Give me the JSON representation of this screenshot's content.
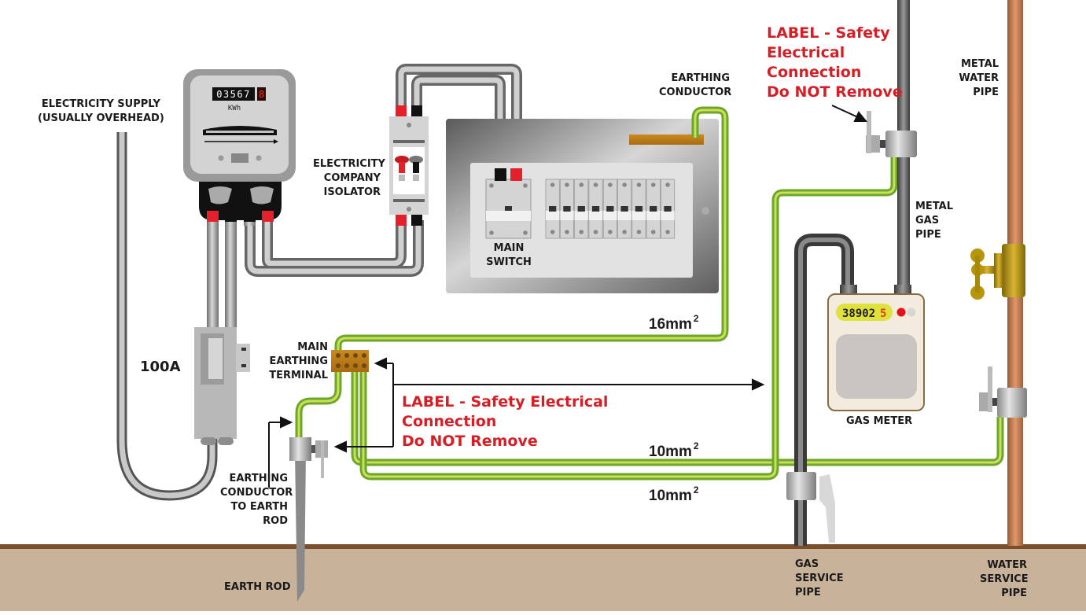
{
  "title": "Domestic earthing and main protective bonding diagram",
  "labels": {
    "electricity_supply": "ELECTRICITY SUPPLY\n(USUALLY OVERHEAD)",
    "fuse_rating": "100A",
    "isolator": "ELECTRICITY\nCOMPANY\nISOLATOR",
    "earthing_conductor": "EARTHING\nCONDUCTOR",
    "main_switch": "MAIN\nSWITCH",
    "main_earthing_terminal": "MAIN\nEARTHING\nTERMINAL",
    "earthing_conductor_to_rod": "EARTHING\nCONDUCTOR\nTO EARTH\nROD",
    "earth_rod": "EARTH ROD",
    "metal_gas_pipe": "METAL\nGAS\nPIPE",
    "metal_water_pipe": "METAL\nWATER\nPIPE",
    "gas_meter": "GAS METER",
    "gas_service_pipe": "GAS\nSERVICE\nPIPE",
    "water_service_pipe": "WATER\nSERVICE\nPIPE"
  },
  "warning_labels": {
    "top": "LABEL - Safety\nElectrical\nConnection\nDo NOT Remove",
    "middle": "LABEL - Safety Electrical\nConnection\nDo NOT Remove"
  },
  "conductor_sizes": {
    "earthing_conductor": {
      "value": "16mm",
      "sup": "2"
    },
    "bond_water": {
      "value": "10mm",
      "sup": "2"
    },
    "bond_gas": {
      "value": "10mm",
      "sup": "2"
    }
  },
  "electricity_meter": {
    "reading": "03567",
    "reading_last_digit": "8",
    "unit": "KWh"
  },
  "gas_meter": {
    "reading": "38902",
    "reading_last_digit": "5"
  },
  "consumer_unit": {
    "mcb_count": 9
  },
  "colors": {
    "warning_text": "#d41f26",
    "earth_green": "#8cc63f",
    "earth_yellow": "#e6e600",
    "ground": "#c8b29a",
    "ground_line": "#7a4f2a",
    "copper_pipe": "#c87b4f",
    "brass": "#b8960c",
    "live_red": "#e4202a",
    "neutral_black": "#111111"
  }
}
